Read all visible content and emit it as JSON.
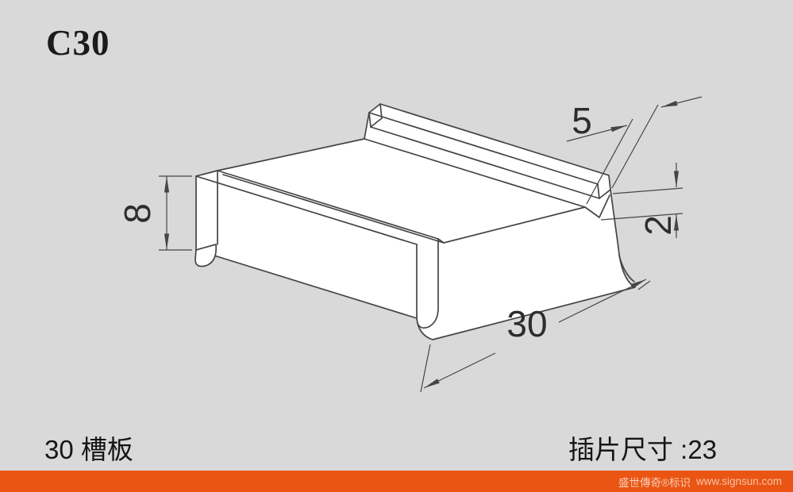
{
  "colors": {
    "background": "#d9d9d9",
    "line": "#454545",
    "footer_bg": "#ea5514",
    "footer_text": "#f8cdb5"
  },
  "title": "C30",
  "drawing": {
    "dim_height": "8",
    "dim_slot": "5",
    "dim_gap": "2",
    "dim_width": "30"
  },
  "captions": {
    "left": "30 槽板",
    "right": "插片尺寸 :23"
  },
  "footer": {
    "brand": "盛世傳奇®标识",
    "site": "www.signsun.com"
  }
}
